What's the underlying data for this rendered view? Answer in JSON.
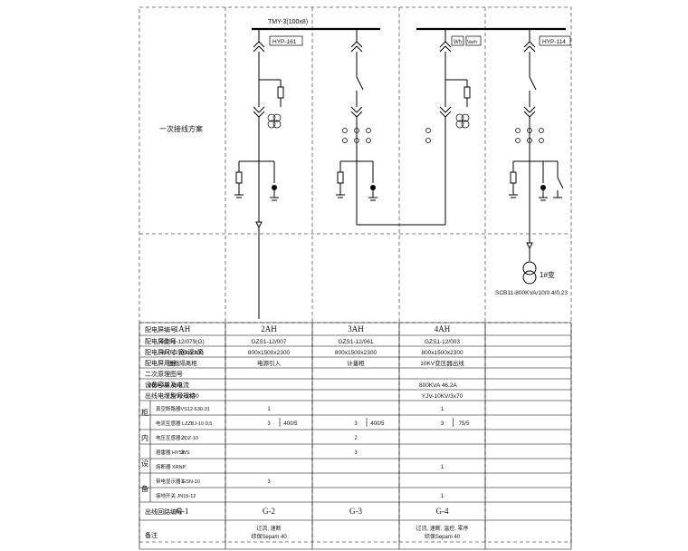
{
  "busbar_label": "TMY-3(100x8)",
  "scheme_label": "一次接线方案",
  "boxes": {
    "hyp1": "HYP-161",
    "hyp2": "HYP-114",
    "wh": "Wh",
    "varh": "Varh"
  },
  "transformer": {
    "name": "1#变",
    "model": "SCB11-800KVA/10/0.4/0.23"
  },
  "row_labels": {
    "cabinet_no": "配电屏编号",
    "cabinet_model": "配电屏型号",
    "cabinet_size": "配电屏尺寸 宽x深x高",
    "usage": "配电屏用途",
    "secondary": "二次原理图号",
    "capacity": "设备容量及电流",
    "cable": "出线电缆型号规格",
    "group_title": [
      "柜",
      "内",
      "设",
      "备"
    ],
    "breaker": "真空断路器VS12-630-31",
    "ct": "电流互感器 LZZBJ-10 0.5",
    "pt": "电压互感器 JDZ-10",
    "arrester": "避雷器 HY5WS",
    "fuse": "熔断器 XRNP",
    "indicator": "带电显示器 GSN-10",
    "earth_switch": "接地开关 JN15-12",
    "circuit_no": "出线回路编号",
    "remarks": "备注"
  },
  "columns": [
    {
      "cabinet_no": "1AH",
      "model": "GZS1-12/079(G)",
      "size": "800x1500x2300",
      "usage": "进线隔离柜",
      "secondary": "",
      "capacity": "800KVA    46.2",
      "cable": "YJV22-3X70",
      "breaker": "",
      "ct": "",
      "ct_ratio": "",
      "pt": "2",
      "arrester": "3",
      "fuse": "",
      "indicator": "3",
      "earth_switch": "",
      "circuit": "G-1",
      "remarks": ""
    },
    {
      "cabinet_no": "2AH",
      "model": "GZS1-12/007",
      "size": "800x1500x2300",
      "usage": "电源引入",
      "secondary": "",
      "capacity": "",
      "cable": "",
      "breaker": "1",
      "ct": "3",
      "ct_ratio": "400/5",
      "pt": "",
      "arrester": "",
      "fuse": "",
      "indicator": "3",
      "earth_switch": "",
      "circuit": "G-2",
      "remarks": "过流, 速断\n综保Sepam 40"
    },
    {
      "cabinet_no": "3AH",
      "model": "GZS1-12/061",
      "size": "800x1500x2300",
      "usage": "计量柜",
      "secondary": "",
      "capacity": "",
      "cable": "",
      "breaker": "",
      "ct": "3",
      "ct_ratio": "400/5",
      "pt": "2",
      "arrester": "3",
      "fuse": "",
      "indicator": "",
      "earth_switch": "",
      "circuit": "G-3",
      "remarks": ""
    },
    {
      "cabinet_no": "4AH",
      "model": "GZS1-12/003",
      "size": "800x1500x2300",
      "usage": "10KV变压器出线",
      "secondary": "",
      "capacity": "800KVA    46.2A",
      "cable": "YJV-10KV/3x70",
      "breaker": "1",
      "ct": "3",
      "ct_ratio": "75/5",
      "pt": "",
      "arrester": "",
      "fuse": "1",
      "indicator": "",
      "earth_switch": "1",
      "circuit": "G-4",
      "remarks": "过流, 速断, 温控, 零序\n综保Sepam 40"
    }
  ]
}
